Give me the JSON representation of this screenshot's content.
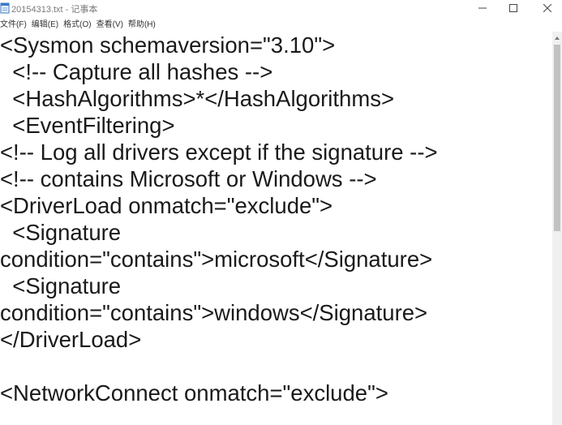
{
  "window": {
    "title": "20154313.txt - 记事本",
    "icon": "notepad-icon"
  },
  "controls": {
    "minimize_icon": "minimize-icon",
    "maximize_icon": "maximize-icon",
    "close_icon": "close-icon"
  },
  "menu": {
    "items": [
      {
        "label": "文件(F)"
      },
      {
        "label": "编辑(E)"
      },
      {
        "label": "格式(O)"
      },
      {
        "label": "查看(V)"
      },
      {
        "label": "帮助(H)"
      }
    ]
  },
  "editor": {
    "lines": [
      {
        "text": "<Sysmon schemaversion=\"3.10\">"
      },
      {
        "text": "  <!-- Capture all hashes -->"
      },
      {
        "text": "  <HashAlgorithms>*</HashAlgorithms>"
      },
      {
        "text": "  <EventFiltering>"
      },
      {
        "text": "<!-- Log all drivers except if the signature -->"
      },
      {
        "text": "<!-- contains Microsoft or Windows -->"
      },
      {
        "text": "<DriverLoad onmatch=\"exclude\">"
      },
      {
        "text": "  <Signature"
      },
      {
        "text": "condition=\"contains\">microsoft</Signature>"
      },
      {
        "text": "  <Signature"
      },
      {
        "text": "condition=\"contains\">windows</Signature>"
      },
      {
        "text": "</DriverLoad>"
      },
      {
        "text": ""
      },
      {
        "text": "<NetworkConnect onmatch=\"exclude\">"
      }
    ]
  },
  "colors": {
    "text": "#1a1a1a",
    "title_text": "#7a7a7a",
    "scroll_thumb": "#c2c2c2",
    "scroll_track": "#f0f0f0"
  }
}
